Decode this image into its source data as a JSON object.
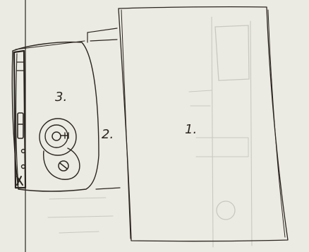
{
  "sketch": {
    "labels": {
      "door_panel": "1.",
      "mounting_plate": "2.",
      "lock_body": "3."
    },
    "colors": {
      "paper": "#ecebe3",
      "ink": "#2a2520",
      "bleed_through": "#c9c8c0"
    },
    "icons": [
      "cylinder-keyhole-icon",
      "knob-screw-icon"
    ]
  }
}
